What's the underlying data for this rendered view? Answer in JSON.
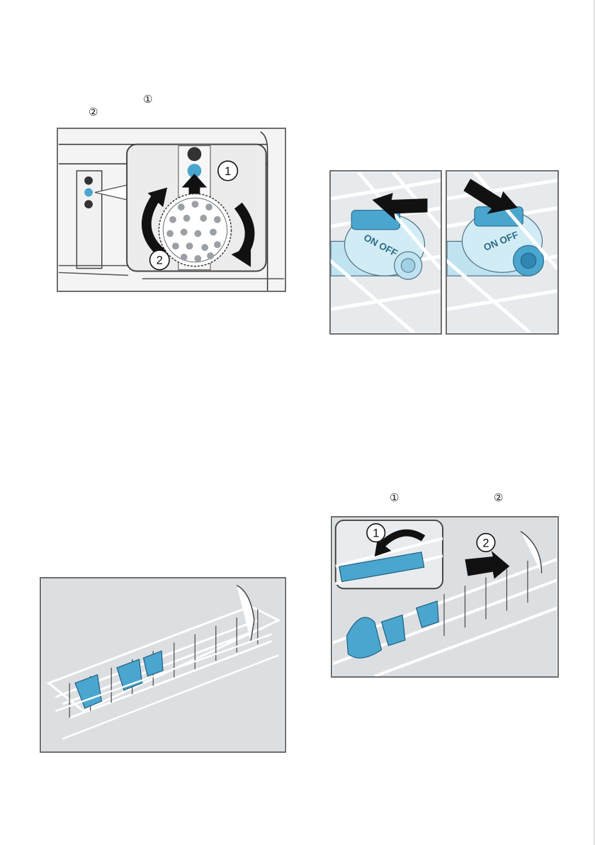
{
  "markers": {
    "left_step_one": "①",
    "left_step_two": "②",
    "right_step_one": "①",
    "right_step_two": "②"
  },
  "figures": {
    "dial": {
      "callout_one": "1",
      "callout_two": "2"
    },
    "switch_left": {
      "label": "ON OFF"
    },
    "switch_right": {
      "label": "ON OFF"
    },
    "remove": {
      "callout_one": "1",
      "callout_two": "2"
    }
  },
  "colors": {
    "part_blue": "#4aa6cf",
    "part_light": "#bfe3f1",
    "wire": "#ffffff",
    "frame": "#6e6e6e",
    "background_gray": "#dcdfe2"
  }
}
